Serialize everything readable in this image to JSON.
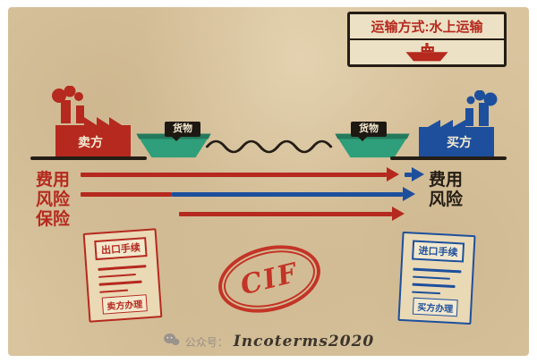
{
  "transport": {
    "title": "运输方式:水上运输"
  },
  "seller": {
    "label": "卖方"
  },
  "buyer": {
    "label": "买方"
  },
  "cargo": {
    "left": "货物",
    "right": "货物"
  },
  "flows": {
    "cost_left": "费用",
    "cost_right": "费用",
    "risk_left": "风险",
    "risk_right": "风险",
    "insurance_left": "保险"
  },
  "export_doc": {
    "title": "出口手续",
    "handler": "卖方办理"
  },
  "import_doc": {
    "title": "进口手续",
    "handler": "买方办理"
  },
  "stamp": {
    "text": "CIF"
  },
  "footer": {
    "label": "公众号：",
    "name": "Incoterms2020"
  },
  "colors": {
    "seller_red": "#b5291f",
    "buyer_blue": "#1d4f9c",
    "ship_green": "#2f9e7a",
    "ink": "#241d15",
    "paper": "#d9c49e"
  }
}
